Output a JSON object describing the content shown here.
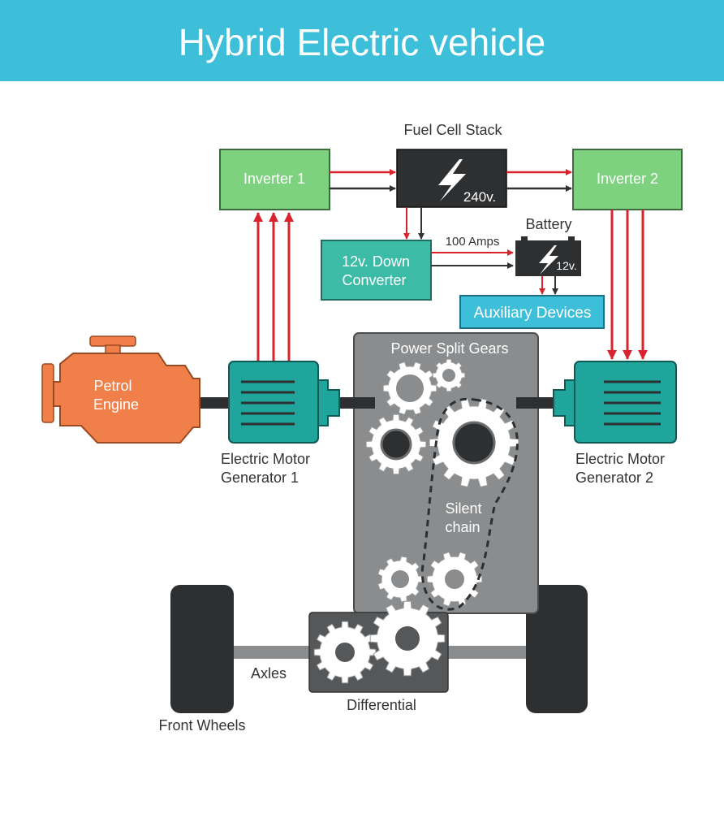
{
  "title": "Hybrid Electric vehicle",
  "colors": {
    "header": "#3dbfd9",
    "inverter": "#7ed17e",
    "converter": "#3cbca6",
    "auxiliary": "#3dbfd9",
    "motor": "#1fa59c",
    "engine": "#f07f4a",
    "power_flow_positive": "#d9232d",
    "power_flow_negative": "#333333",
    "gearbox": "#8a8c8e",
    "wheel": "#2d2f31"
  },
  "labels": {
    "fuel_cell_stack": "Fuel Cell Stack",
    "fuel_cell_voltage": "240v.",
    "inverter_1": "Inverter 1",
    "inverter_2": "Inverter 2",
    "battery": "Battery",
    "battery_voltage": "12v.",
    "current": "100 Amps",
    "down_converter_line1": "12v. Down",
    "down_converter_line2": "Converter",
    "auxiliary_devices": "Auxiliary Devices",
    "petrol_engine_line1": "Petrol",
    "petrol_engine_line2": "Engine",
    "power_split_gears": "Power Split Gears",
    "motor_gen_1_line1": "Electric Motor",
    "motor_gen_1_line2": "Generator 1",
    "motor_gen_2_line1": "Electric Motor",
    "motor_gen_2_line2": "Generator 2",
    "silent_chain_line1": "Silent",
    "silent_chain_line2": "chain",
    "axles": "Axles",
    "differential": "Differential",
    "front_wheels": "Front Wheels"
  }
}
